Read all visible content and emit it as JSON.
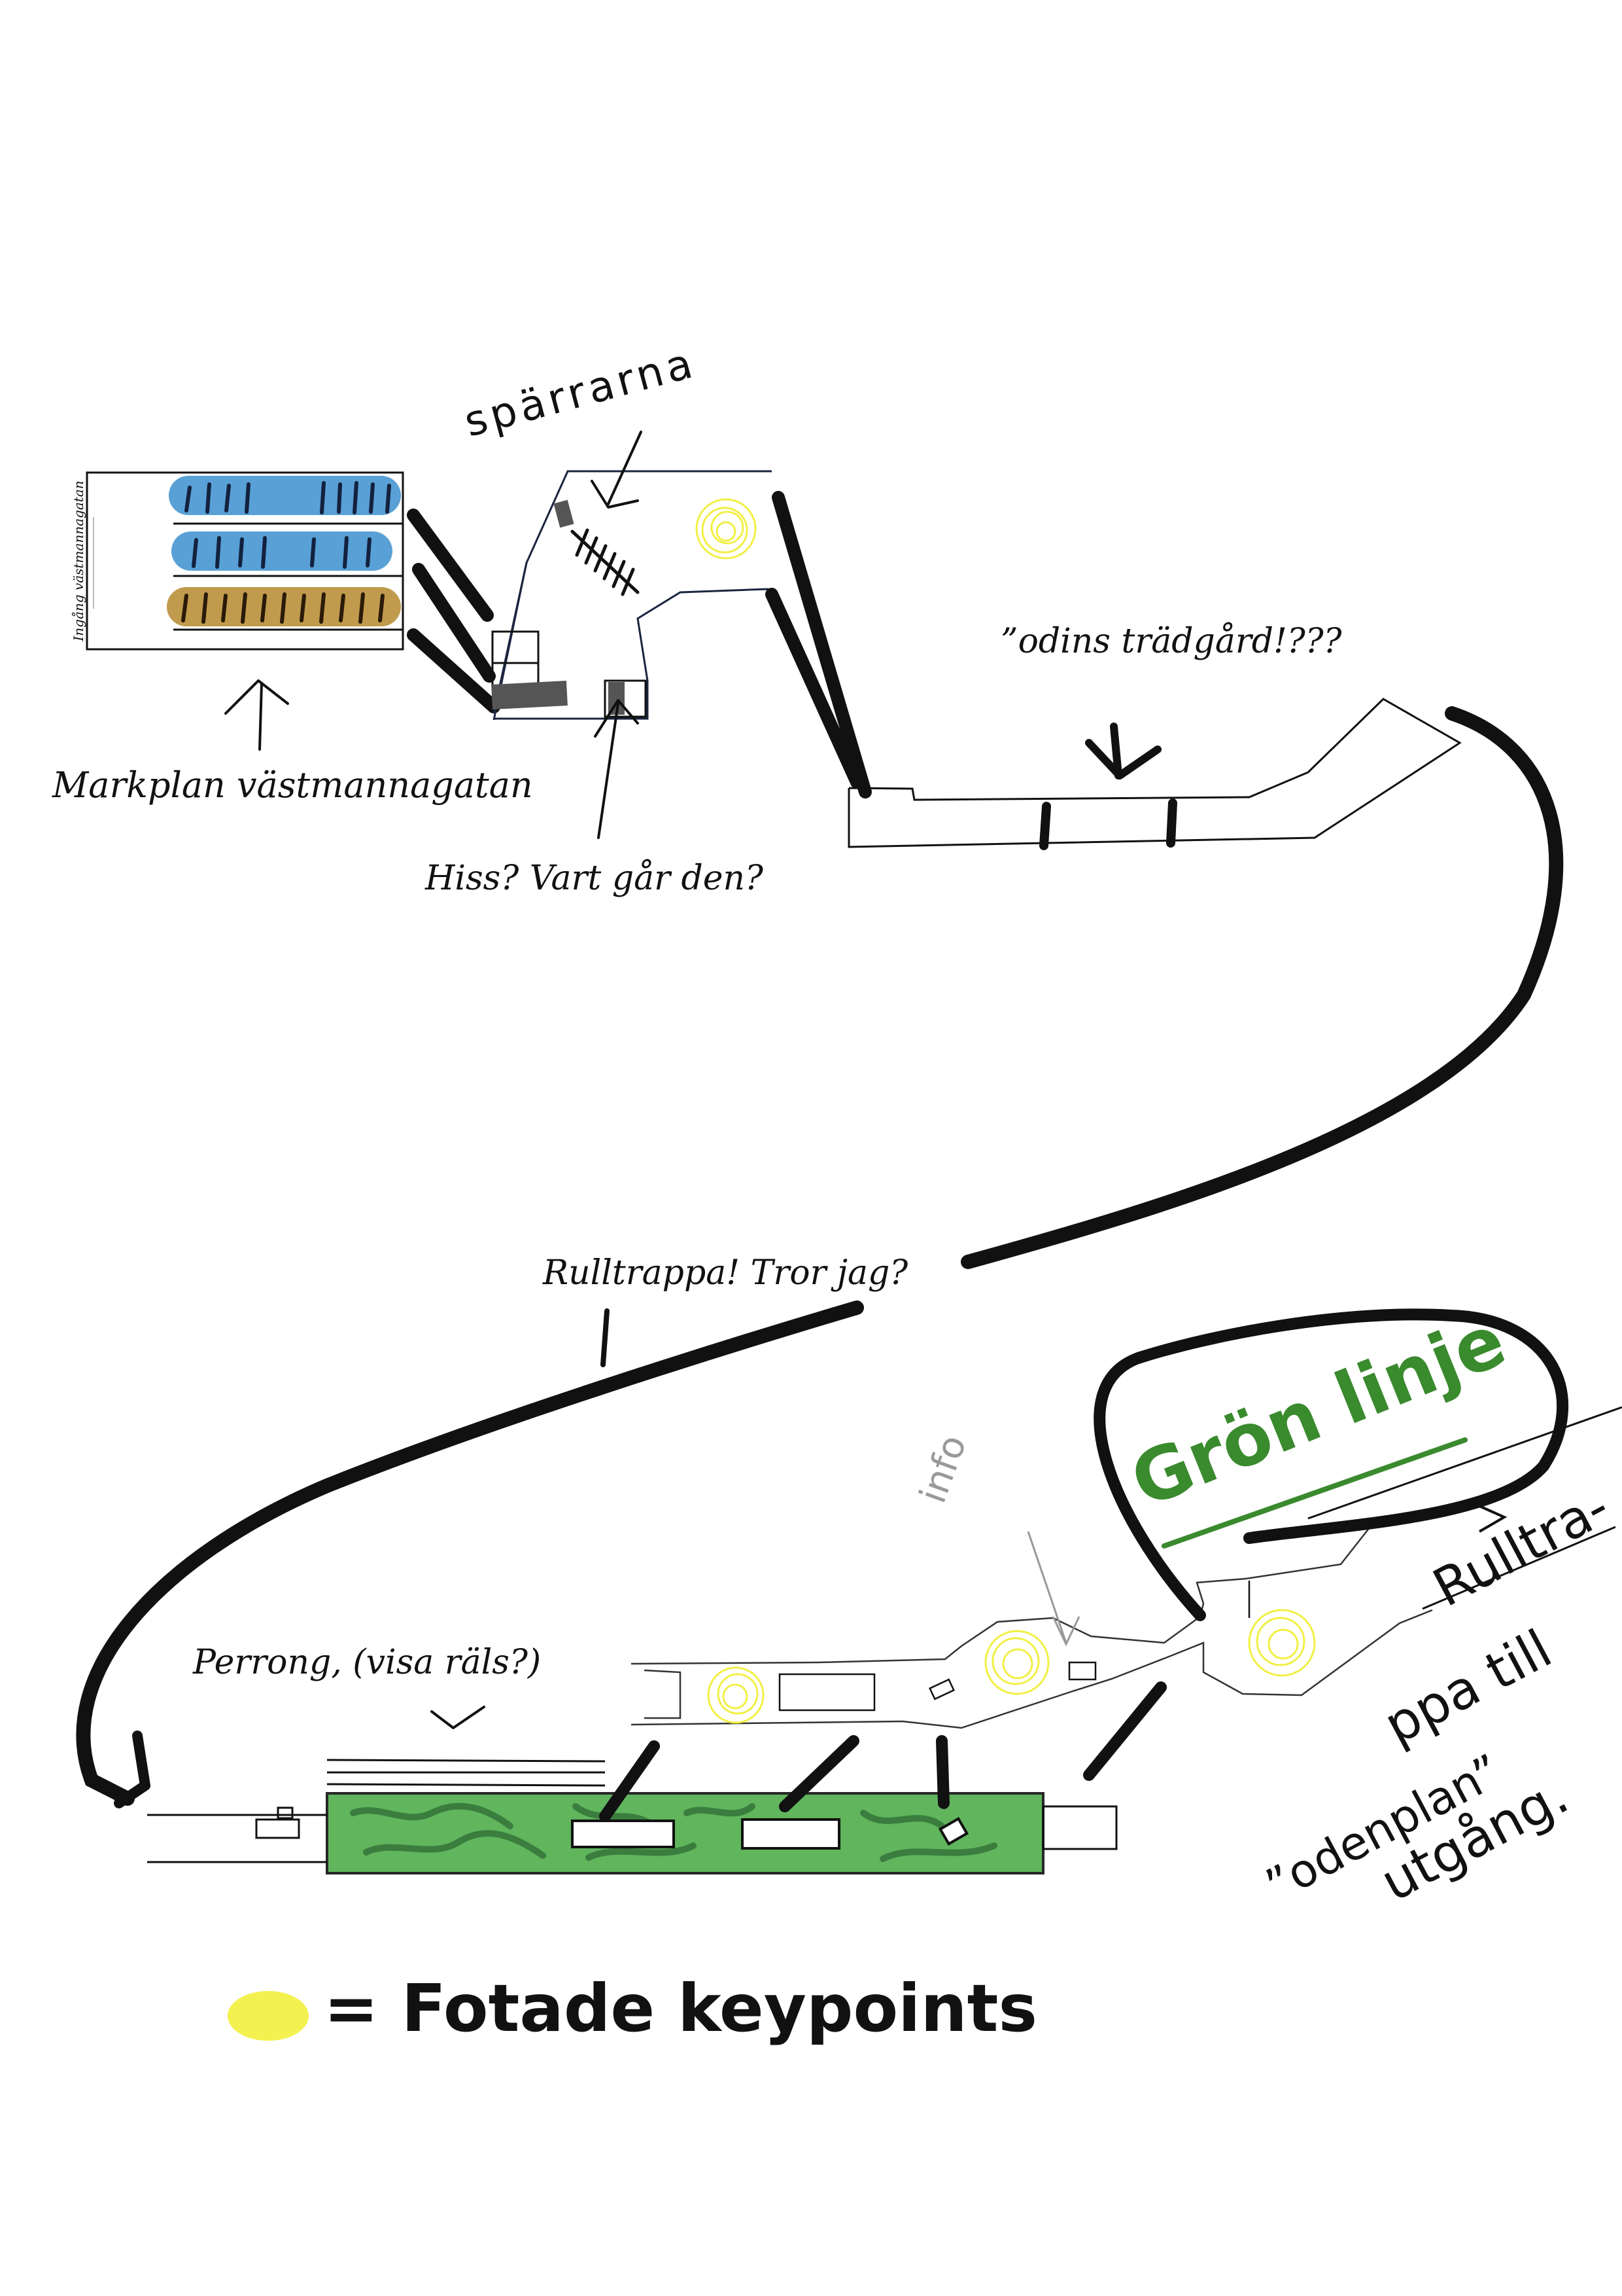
{
  "labels": {
    "entrance_vertical": "Ingång västmannagatan",
    "markplan": "Markplan västmannagatan",
    "spaerrarna": "spärrarna",
    "hiss": "Hiss? Vart går den?",
    "odins": "”odins trädgård!???",
    "rulltrappa": "Rulltrappa! Tror jag?",
    "perrong": "Perrong, (visa räls?)",
    "info": "info",
    "gron_linje": "Grön linje",
    "rulltrappa_right_1": "Rulltra-",
    "rulltrappa_right_2": "ppa till",
    "rulltrappa_right_3": "”odenplan”",
    "rulltrappa_right_4": "utgång.",
    "legend_text": "= Fotade keypoints"
  },
  "colors": {
    "ink": "#111111",
    "outline": "#1b2540",
    "gate_blue": "#3b8fce",
    "gate_brown": "#b5892e",
    "keypoint_yellow": "#f2ef3c",
    "platform_green": "#4fae4c",
    "line_green": "#3a8a2e"
  }
}
